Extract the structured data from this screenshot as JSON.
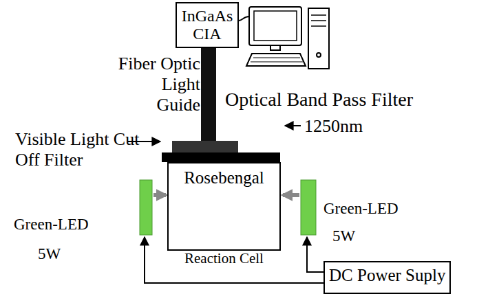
{
  "diagram": {
    "nodes": [
      {
        "text": [
          "InGaAs CIA"
        ]
      },
      {
        "text": [
          "Rosebengal",
          "Reaction Cell"
        ]
      },
      {
        "text": [
          "DC Power Suply"
        ]
      }
    ],
    "labels": [
      "Fiber Optic Light Guide",
      "Optical Band Pass Filter",
      "1250nm",
      "Visible Light Cut Off Filter",
      "Green-LED",
      "5W",
      "Green-LED",
      "5W"
    ]
  }
}
